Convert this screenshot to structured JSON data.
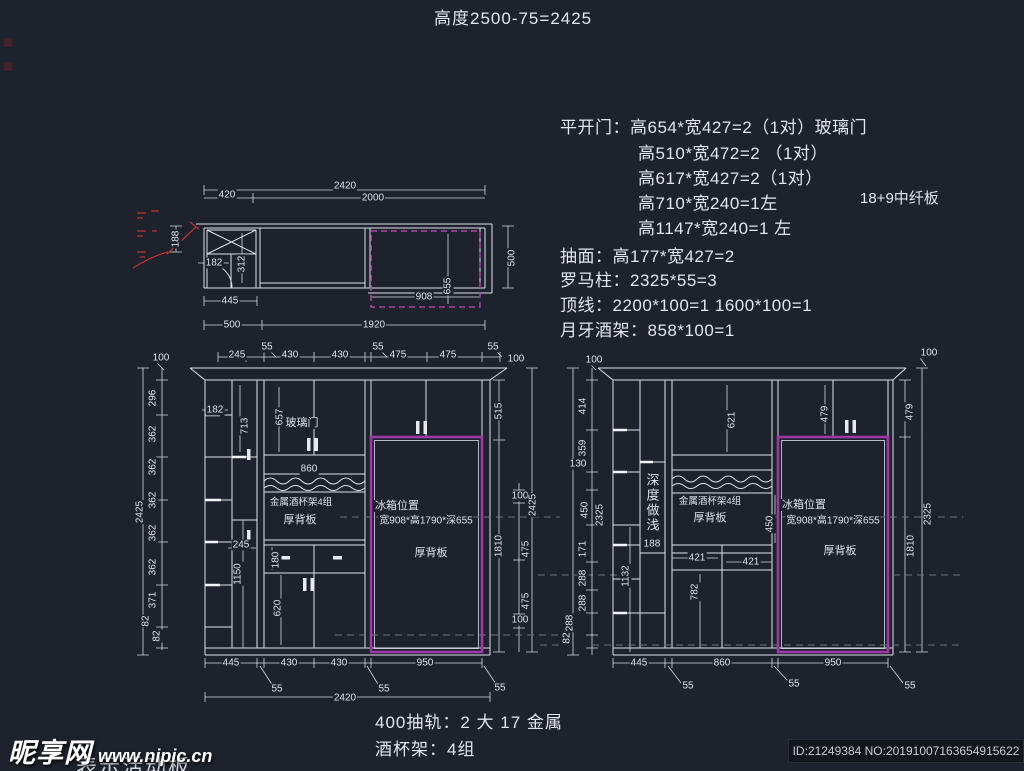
{
  "title": "高度2500-75=2425",
  "specs": {
    "lines": [
      "平开门：高654*宽427=2（1对）玻璃门",
      "高510*宽472=2 （1对）",
      "高617*宽427=2（1对）",
      "高710*宽240=1左",
      "高1147*宽240=1 左",
      "抽面：高177*宽427=2",
      "罗马柱：2325*55=3",
      "顶线：2200*100=1 1600*100=1",
      "月牙酒架：858*100=1"
    ],
    "board_note": "18+9中纤板"
  },
  "plan": {
    "labels": [
      "2420",
      "2000",
      "420",
      "188",
      "182",
      "312",
      "445",
      "500",
      "1920",
      "500",
      "908",
      "655"
    ]
  },
  "left_elev": {
    "top": [
      "245",
      "55",
      "430",
      "430",
      "55",
      "475",
      "475",
      "55"
    ],
    "left": [
      "100",
      "296",
      "362",
      "362",
      "362",
      "362",
      "362",
      "371",
      "82",
      "2425"
    ],
    "right": [
      "100",
      "515",
      "1810",
      "100",
      "475",
      "475",
      "100",
      "2425"
    ],
    "inner": [
      "182",
      "713",
      "657",
      "玻璃门",
      "860",
      "金属酒杯架4组",
      "厚背板",
      "245",
      "1150",
      "180",
      "620"
    ],
    "fridge": [
      "冰箱位置",
      "宽908*高1790*深655",
      "厚背板"
    ],
    "bottom": [
      "445",
      "430",
      "430",
      "950",
      "55",
      "55",
      "55",
      "2420",
      "82"
    ]
  },
  "right_elev": {
    "left": [
      "100",
      "414",
      "359",
      "130",
      "450",
      "171",
      "288",
      "288",
      "288",
      "82",
      "2325"
    ],
    "inner": [
      "621",
      "479",
      "深度做浅",
      "188",
      "金属酒杯架4组",
      "厚背板",
      "450",
      "421",
      "421",
      "782",
      "1132"
    ],
    "fridge": [
      "冰箱位置",
      "宽908*高1790*深655",
      "厚背板"
    ],
    "right": [
      "100",
      "479",
      "1810",
      "2325"
    ],
    "bottom": [
      "445",
      "860",
      "950",
      "55",
      "55",
      "55"
    ]
  },
  "notes": {
    "rail": "400抽轨：2 大 17 金属",
    "cup_rack": "酒杯架：4组",
    "partial": "表示活动板"
  },
  "watermark": {
    "site_name": "昵享网",
    "site_url": "www.nipic.cn"
  },
  "footer_id": "ID:21249384 NO:20191007163654915622",
  "colors": {
    "background": "#1e222c",
    "line": "#dde1e8",
    "accent_magenta": "#a136a8",
    "accent_red": "#bf3333",
    "dash_gray": "#6b7180"
  }
}
